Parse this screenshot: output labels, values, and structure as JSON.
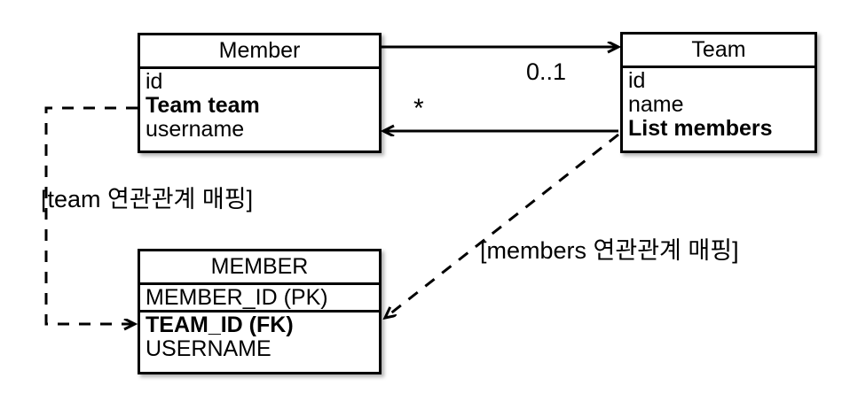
{
  "diagram": {
    "type": "uml-class-and-table-mapping",
    "boxes": [
      {
        "id": "member-class",
        "title": "Member",
        "attributes": [
          {
            "text": "id",
            "bold": false
          },
          {
            "text": "Team team",
            "bold": true
          },
          {
            "text": "username",
            "bold": false
          }
        ]
      },
      {
        "id": "team-class",
        "title": "Team",
        "attributes": [
          {
            "text": "id",
            "bold": false
          },
          {
            "text": "name",
            "bold": false
          },
          {
            "text": "List members",
            "bold": true
          }
        ]
      },
      {
        "id": "member-table",
        "title": "MEMBER",
        "attributes": [
          {
            "text": "MEMBER_ID (PK)",
            "bold": false
          },
          {
            "text": "TEAM_ID (FK)",
            "bold": true
          },
          {
            "text": "USERNAME",
            "bold": false
          }
        ]
      }
    ],
    "multiplicity": {
      "member_to_team": "0..1",
      "team_to_member": "*"
    },
    "annotations": {
      "team_mapping": "[team 연관관계 매핑]",
      "members_mapping": "[members 연관관계 매핑]"
    },
    "colors": {
      "stroke": "#000000",
      "fill": "#ffffff",
      "background": "#ffffff"
    }
  }
}
